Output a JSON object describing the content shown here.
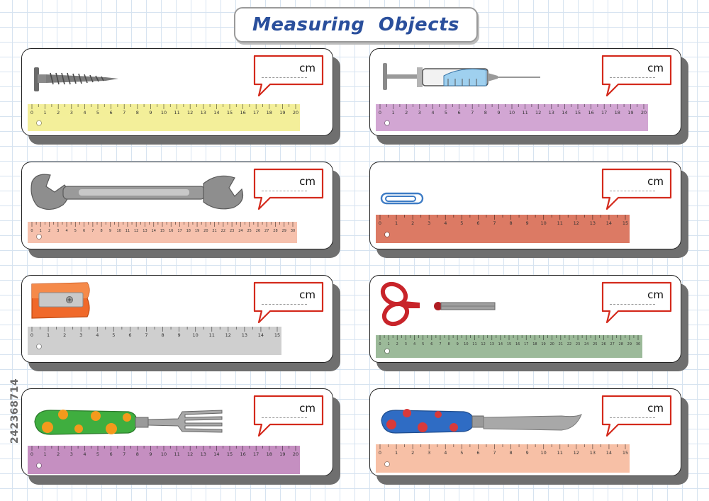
{
  "title": "Measuring Objects",
  "unit_label": "cm",
  "watermark_id": "242368714",
  "colors": {
    "title": "#2a4f9c",
    "bubble_border": "#d42a1c"
  },
  "cards": [
    {
      "object": "screw-icon",
      "ruler_max": 20,
      "ruler_color": "#f3ef9a"
    },
    {
      "object": "syringe-icon",
      "ruler_max": 20,
      "ruler_color": "#d2a6d3"
    },
    {
      "object": "wrench-icon",
      "ruler_max": 30,
      "ruler_color": "#f6c1ad"
    },
    {
      "object": "paper-clip-icon",
      "ruler_max": 15,
      "ruler_color": "#dc7a64"
    },
    {
      "object": "pencil-sharpener-icon",
      "ruler_max": 15,
      "ruler_color": "#cfcfcf"
    },
    {
      "object": "scissors-icon",
      "ruler_max": 30,
      "ruler_color": "#9cba9a"
    },
    {
      "object": "fork-icon",
      "ruler_max": 20,
      "ruler_color": "#c58fc1"
    },
    {
      "object": "knife-icon",
      "ruler_max": 15,
      "ruler_color": "#f7c0a6"
    }
  ]
}
